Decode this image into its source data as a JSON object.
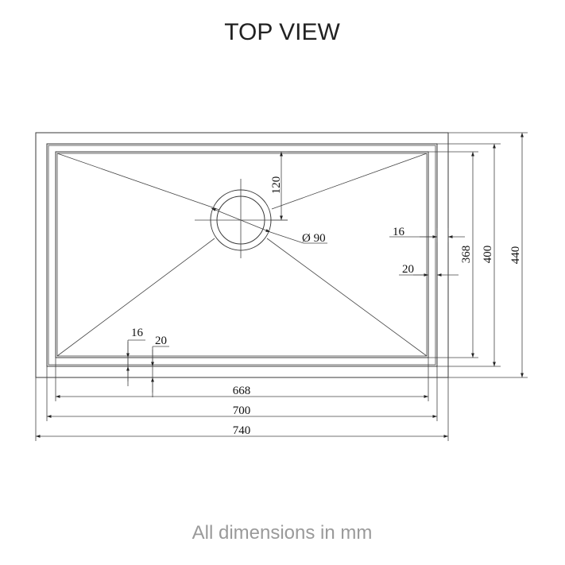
{
  "diagram": {
    "title": "TOP VIEW",
    "footer": "All dimensions in mm",
    "dimensions": {
      "width_inner_bowl": "668",
      "width_rim": "700",
      "width_overall": "740",
      "depth_inner_bowl": "368",
      "depth_rim": "400",
      "depth_overall": "440",
      "drain_offset": "120",
      "drain_diameter": "Ø 90",
      "side_margin_a": "16",
      "side_margin_b": "20",
      "bottom_margin_a": "16",
      "bottom_margin_b": "20"
    }
  }
}
